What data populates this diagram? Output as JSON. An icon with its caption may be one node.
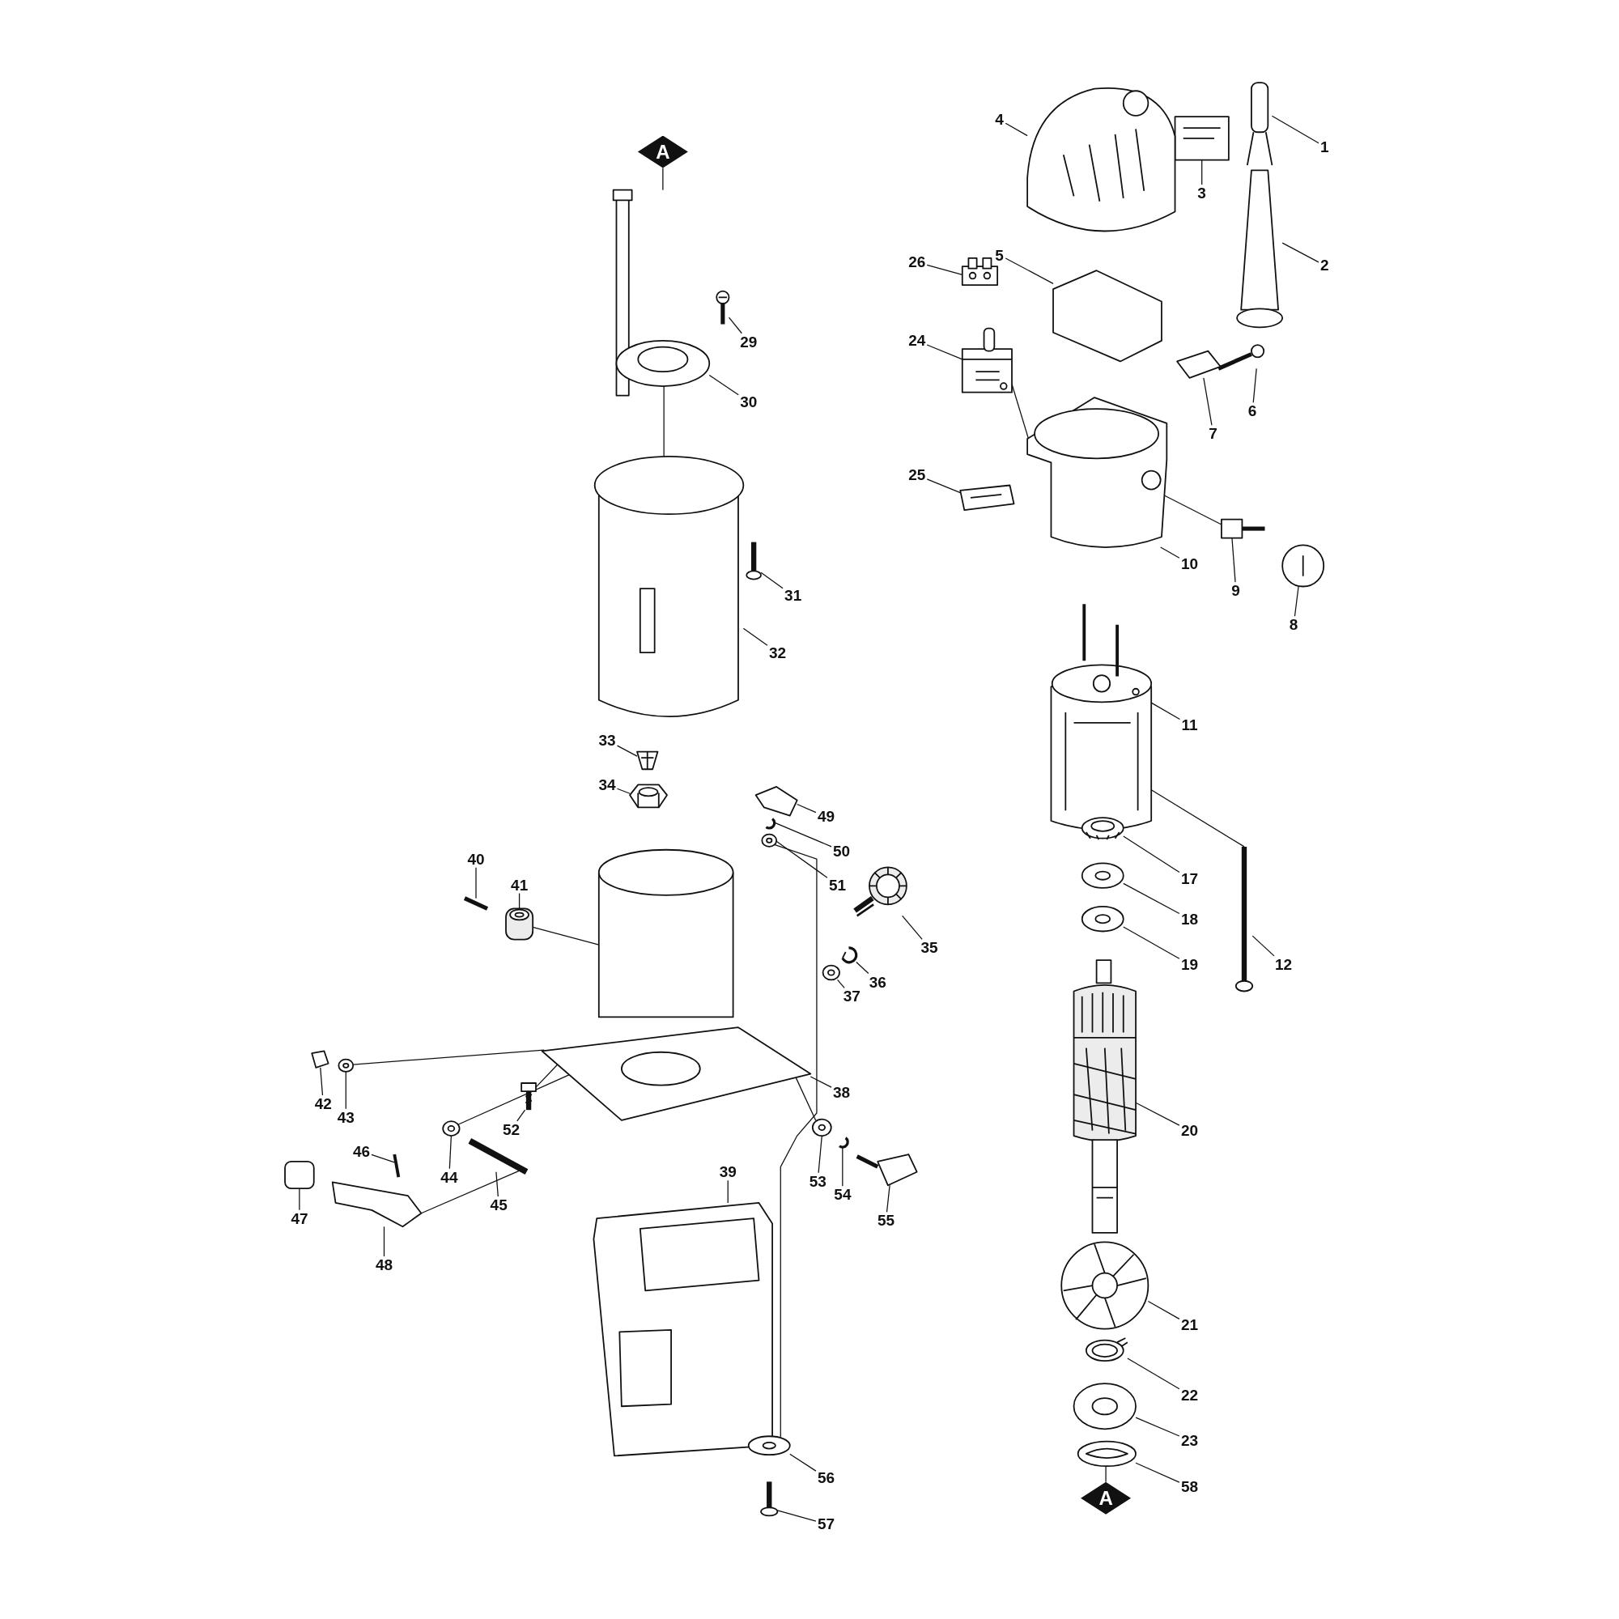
{
  "diagram": {
    "nodes": [
      {
        "text": [
          "A"
        ]
      },
      {
        "text": [
          "1"
        ]
      },
      {
        "text": [
          "2"
        ]
      },
      {
        "text": [
          "3"
        ]
      },
      {
        "text": [
          "4"
        ]
      },
      {
        "text": [
          "5"
        ]
      },
      {
        "text": [
          "6"
        ]
      },
      {
        "text": [
          "7"
        ]
      },
      {
        "text": [
          "8"
        ]
      },
      {
        "text": [
          "9"
        ]
      },
      {
        "text": [
          "10"
        ]
      },
      {
        "text": [
          "11"
        ]
      },
      {
        "text": [
          "12"
        ]
      },
      {
        "text": [
          "17"
        ]
      },
      {
        "text": [
          "18"
        ]
      },
      {
        "text": [
          "19"
        ]
      },
      {
        "text": [
          "20"
        ]
      },
      {
        "text": [
          "21"
        ]
      },
      {
        "text": [
          "22"
        ]
      },
      {
        "text": [
          "23"
        ]
      },
      {
        "text": [
          "24"
        ]
      },
      {
        "text": [
          "25"
        ]
      },
      {
        "text": [
          "26"
        ]
      },
      {
        "text": [
          "29"
        ]
      },
      {
        "text": [
          "30"
        ]
      },
      {
        "text": [
          "31"
        ]
      },
      {
        "text": [
          "32"
        ]
      },
      {
        "text": [
          "33"
        ]
      },
      {
        "text": [
          "34"
        ]
      },
      {
        "text": [
          "35"
        ]
      },
      {
        "text": [
          "36"
        ]
      },
      {
        "text": [
          "37"
        ]
      },
      {
        "text": [
          "38"
        ]
      },
      {
        "text": [
          "39"
        ]
      },
      {
        "text": [
          "40"
        ]
      },
      {
        "text": [
          "41"
        ]
      },
      {
        "text": [
          "42"
        ]
      },
      {
        "text": [
          "43"
        ]
      },
      {
        "text": [
          "44"
        ]
      },
      {
        "text": [
          "45"
        ]
      },
      {
        "text": [
          "46"
        ]
      },
      {
        "text": [
          "47"
        ]
      },
      {
        "text": [
          "48"
        ]
      },
      {
        "text": [
          "49"
        ]
      },
      {
        "text": [
          "50"
        ]
      },
      {
        "text": [
          "51"
        ]
      },
      {
        "text": [
          "52"
        ]
      },
      {
        "text": [
          "53"
        ]
      },
      {
        "text": [
          "54"
        ]
      },
      {
        "text": [
          "55"
        ]
      },
      {
        "text": [
          "56"
        ]
      },
      {
        "text": [
          "57"
        ]
      },
      {
        "text": [
          "58"
        ]
      },
      {
        "text": [
          "A"
        ]
      },
      {
        "text": [],
        "shape": "picture"
      },
      {
        "text": [],
        "shape": "picture"
      },
      {
        "text": [],
        "shape": "picture"
      },
      {
        "text": [],
        "shape": "picture"
      },
      {
        "text": [],
        "shape": "picture"
      },
      {
        "text": [],
        "shape": "picture"
      },
      {
        "text": [],
        "shape": "picture"
      },
      {
        "text": [],
        "shape": "picture"
      },
      {
        "text": [],
        "shape": "picture"
      },
      {
        "text": [],
        "shape": "picture"
      },
      {
        "text": [],
        "shape": "picture"
      },
      {
        "text": [],
        "shape": "picture"
      },
      {
        "text": [],
        "shape": "picture"
      },
      {
        "text": [],
        "shape": "picture"
      },
      {
        "text": [],
        "shape": "picture"
      },
      {
        "text": [],
        "shape": "picture"
      },
      {
        "text": [],
        "shape": "picture"
      },
      {
        "text": [],
        "shape": "picture"
      },
      {
        "text": [],
        "shape": "picture"
      },
      {
        "text": [],
        "shape": "picture"
      },
      {
        "text": [],
        "shape": "picture"
      },
      {
        "text": [],
        "shape": "picture"
      },
      {
        "text": [],
        "shape": "picture"
      },
      {
        "text": [],
        "shape": "picture"
      },
      {
        "text": [],
        "shape": "picture"
      },
      {
        "text": [],
        "shape": "picture"
      },
      {
        "text": [],
        "shape": "picture"
      },
      {
        "text": [],
        "shape": "picture"
      },
      {
        "text": [],
        "shape": "picture"
      },
      {
        "text": [],
        "shape": "picture"
      },
      {
        "text": [],
        "shape": "picture"
      },
      {
        "text": [],
        "shape": "picture"
      },
      {
        "text": [],
        "shape": "picture"
      },
      {
        "text": [],
        "shape": "picture"
      },
      {
        "text": [],
        "shape": "picture"
      },
      {
        "text": [],
        "shape": "picture"
      },
      {
        "text": [],
        "shape": "picture"
      },
      {
        "text": [],
        "shape": "picture"
      },
      {
        "text": [],
        "shape": "picture"
      },
      {
        "text": [],
        "shape": "picture"
      },
      {
        "text": [],
        "shape": "picture"
      },
      {
        "text": [],
        "shape": "picture"
      },
      {
        "text": [],
        "shape": "picture"
      },
      {
        "text": [],
        "shape": "picture"
      },
      {
        "text": [],
        "shape": "picture"
      },
      {
        "text": [],
        "shape": "picture"
      },
      {
        "text": [],
        "shape": "picture"
      },
      {
        "text": [],
        "shape": "picture"
      },
      {
        "text": [],
        "shape": "picture"
      },
      {
        "text": [],
        "shape": "picture"
      },
      {
        "text": [],
        "shape": "picture"
      },
      {
        "text": [],
        "shape": "picture"
      }
    ],
    "edges": [
      {
        "from": 0,
        "to": 77,
        "arrow": "none"
      },
      {
        "from": 1,
        "to": 54,
        "arrow": "none"
      },
      {
        "from": 2,
        "to": 55,
        "arrow": "none"
      },
      {
        "from": 3,
        "to": 56,
        "arrow": "none"
      },
      {
        "from": 4,
        "to": 57,
        "arrow": "none"
      },
      {
        "from": 5,
        "to": 58,
        "arrow": "none"
      },
      {
        "from": 6,
        "to": 59,
        "arrow": "none"
      },
      {
        "from": 7,
        "to": 60,
        "arrow": "none"
      },
      {
        "from": 8,
        "to": 61,
        "arrow": "none"
      },
      {
        "from": 9,
        "to": 62,
        "arrow": "none"
      },
      {
        "from": 10,
        "to": 63,
        "arrow": "none"
      },
      {
        "from": 11,
        "to": 64,
        "arrow": "none"
      },
      {
        "from": 12,
        "to": 65,
        "arrow": "none"
      },
      {
        "from": 13,
        "to": 66,
        "arrow": "none"
      },
      {
        "from": 14,
        "to": 67,
        "arrow": "none"
      },
      {
        "from": 15,
        "to": 68,
        "arrow": "none"
      },
      {
        "from": 16,
        "to": 69,
        "arrow": "none"
      },
      {
        "from": 17,
        "to": 70,
        "arrow": "none"
      },
      {
        "from": 18,
        "to": 71,
        "arrow": "none"
      },
      {
        "from": 19,
        "to": 72,
        "arrow": "none"
      },
      {
        "from": 20,
        "to": 73,
        "arrow": "none"
      },
      {
        "from": 21,
        "to": 74,
        "arrow": "none"
      },
      {
        "from": 22,
        "to": 75,
        "arrow": "none"
      },
      {
        "from": 23,
        "to": 76,
        "arrow": "none"
      },
      {
        "from": 24,
        "to": 77,
        "arrow": "none"
      },
      {
        "from": 25,
        "to": 78,
        "arrow": "none"
      },
      {
        "from": 26,
        "to": 79,
        "arrow": "none"
      },
      {
        "from": 27,
        "to": 80,
        "arrow": "none"
      },
      {
        "from": 28,
        "to": 81,
        "arrow": "none"
      },
      {
        "from": 29,
        "to": 82,
        "arrow": "none"
      },
      {
        "from": 30,
        "to": 83,
        "arrow": "none"
      },
      {
        "from": 31,
        "to": 84,
        "arrow": "none"
      },
      {
        "from": 32,
        "to": 85,
        "arrow": "none"
      },
      {
        "from": 33,
        "to": 86,
        "arrow": "none"
      },
      {
        "from": 34,
        "to": 87,
        "arrow": "none"
      },
      {
        "from": 35,
        "to": 88,
        "arrow": "none"
      },
      {
        "from": 36,
        "to": 89,
        "arrow": "none"
      },
      {
        "from": 37,
        "to": 90,
        "arrow": "none"
      },
      {
        "from": 38,
        "to": 91,
        "arrow": "none"
      },
      {
        "from": 39,
        "to": 92,
        "arrow": "none"
      },
      {
        "from": 40,
        "to": 93,
        "arrow": "none"
      },
      {
        "from": 41,
        "to": 94,
        "arrow": "none"
      },
      {
        "from": 42,
        "to": 95,
        "arrow": "none"
      },
      {
        "from": 43,
        "to": 96,
        "arrow": "none"
      },
      {
        "from": 44,
        "to": 97,
        "arrow": "none"
      },
      {
        "from": 45,
        "to": 98,
        "arrow": "none"
      },
      {
        "from": 46,
        "to": 99,
        "arrow": "none"
      },
      {
        "from": 47,
        "to": 100,
        "arrow": "none"
      },
      {
        "from": 48,
        "to": 101,
        "arrow": "none"
      },
      {
        "from": 49,
        "to": 102,
        "arrow": "none"
      },
      {
        "from": 50,
        "to": 103,
        "arrow": "none"
      },
      {
        "from": 51,
        "to": 104,
        "arrow": "none"
      },
      {
        "from": 52,
        "to": 105,
        "arrow": "none"
      },
      {
        "from": 53,
        "to": 105,
        "arrow": "none"
      },
      {
        "from": 77,
        "to": 79,
        "arrow": "none"
      },
      {
        "from": 73,
        "to": 63,
        "arrow": "none"
      },
      {
        "from": 63,
        "to": 62,
        "arrow": "none"
      },
      {
        "from": 64,
        "to": 65,
        "arrow": "none"
      },
      {
        "from": 98,
        "to": 103,
        "arrow": "none"
      },
      {
        "from": 90,
        "to": 85,
        "arrow": "none"
      },
      {
        "from": 88,
        "to": 85,
        "arrow": "none"
      },
      {
        "from": 91,
        "to": 85,
        "arrow": "none"
      },
      {
        "from": 99,
        "to": 85,
        "arrow": "none"
      },
      {
        "from": 100,
        "to": 85,
        "arrow": "none"
      },
      {
        "from": 95,
        "to": 92,
        "arrow": "none"
      }
    ]
  }
}
